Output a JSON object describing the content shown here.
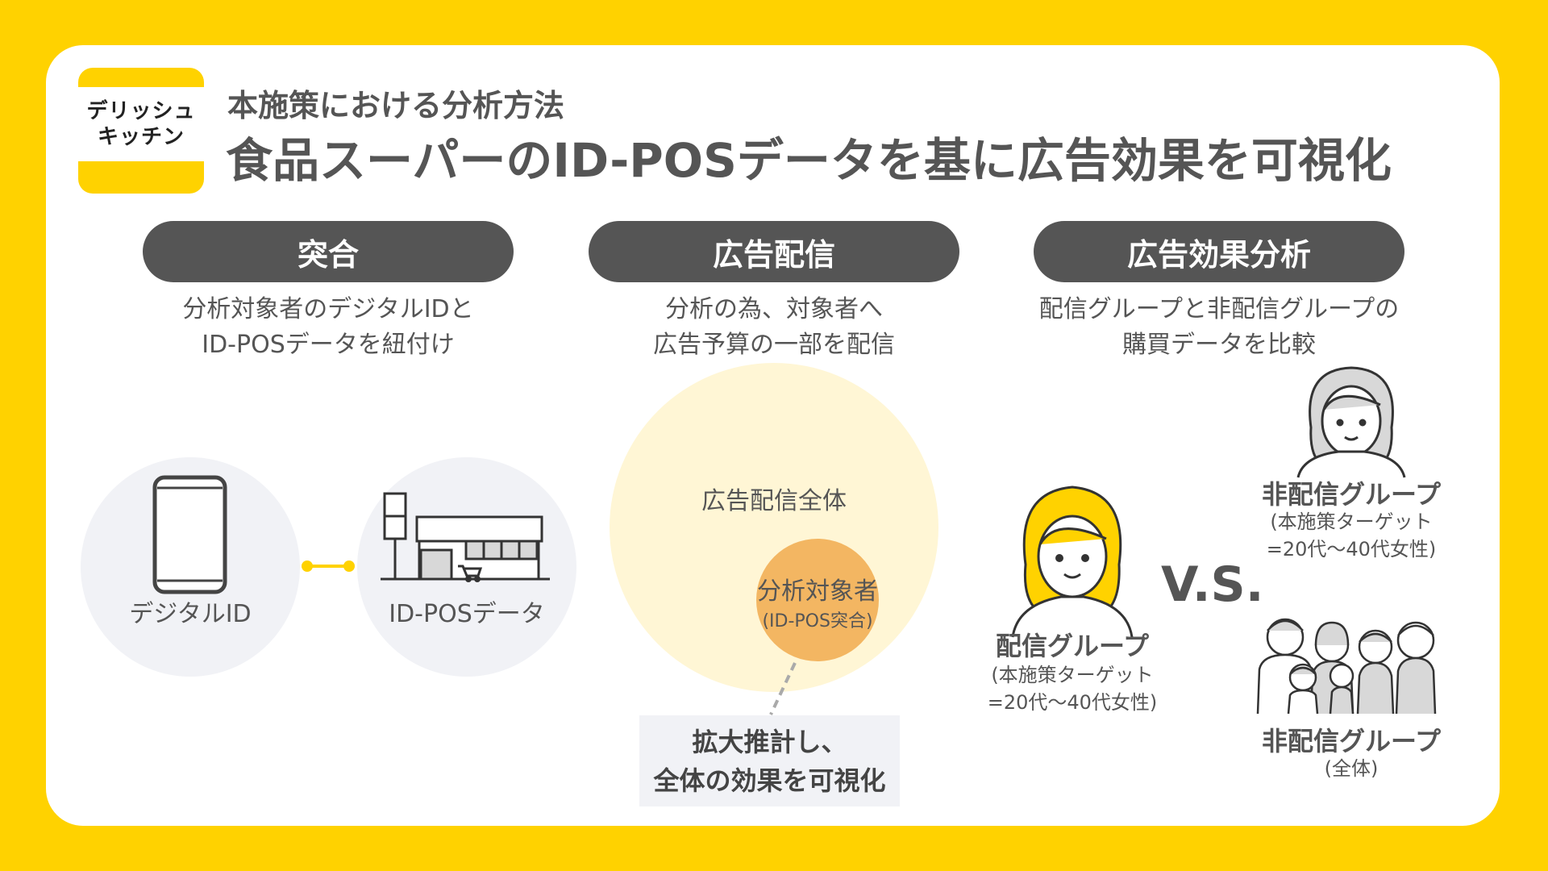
{
  "logo": {
    "line1": "デリッシュ",
    "line2": "キッチン"
  },
  "header": {
    "subtitle": "本施策における分析方法",
    "title": "食品スーパーのID-POSデータを基に広告効果を可視化"
  },
  "steps": [
    {
      "label": "突合",
      "desc": [
        "分析対象者のデジタルIDと",
        "ID-POSデータを紐付け"
      ]
    },
    {
      "label": "広告配信",
      "desc": [
        "分析の為、対象者へ",
        "広告予算の一部を配信"
      ]
    },
    {
      "label": "広告効果分析",
      "desc": [
        "配信グループと非配信グループの",
        "購買データを比較"
      ]
    }
  ],
  "matching": {
    "digital_id": "デジタルID",
    "id_pos": "ID-POSデータ"
  },
  "delivery": {
    "whole": "広告配信全体",
    "target": "分析対象者",
    "target_sub": "(ID-POS突合)",
    "callout": [
      "拡大推計し、",
      "全体の効果を可視化"
    ]
  },
  "analysis": {
    "vs": "V.S.",
    "delivered": {
      "label": "配信グループ",
      "sub": [
        "(本施策ターゲット",
        "=20代〜40代女性)"
      ]
    },
    "non_delivered_target": {
      "label": "非配信グループ",
      "sub": [
        "(本施策ターゲット",
        "=20代〜40代女性)"
      ]
    },
    "non_delivered_all": {
      "label": "非配信グループ",
      "sub": [
        "(全体)"
      ]
    }
  },
  "colors": {
    "brand_yellow": "#FFD200",
    "dark_gray": "#555555",
    "light_yellow": "#FFF6D5",
    "orange": "#F3B662",
    "light_gray": "#F1F2F6"
  }
}
